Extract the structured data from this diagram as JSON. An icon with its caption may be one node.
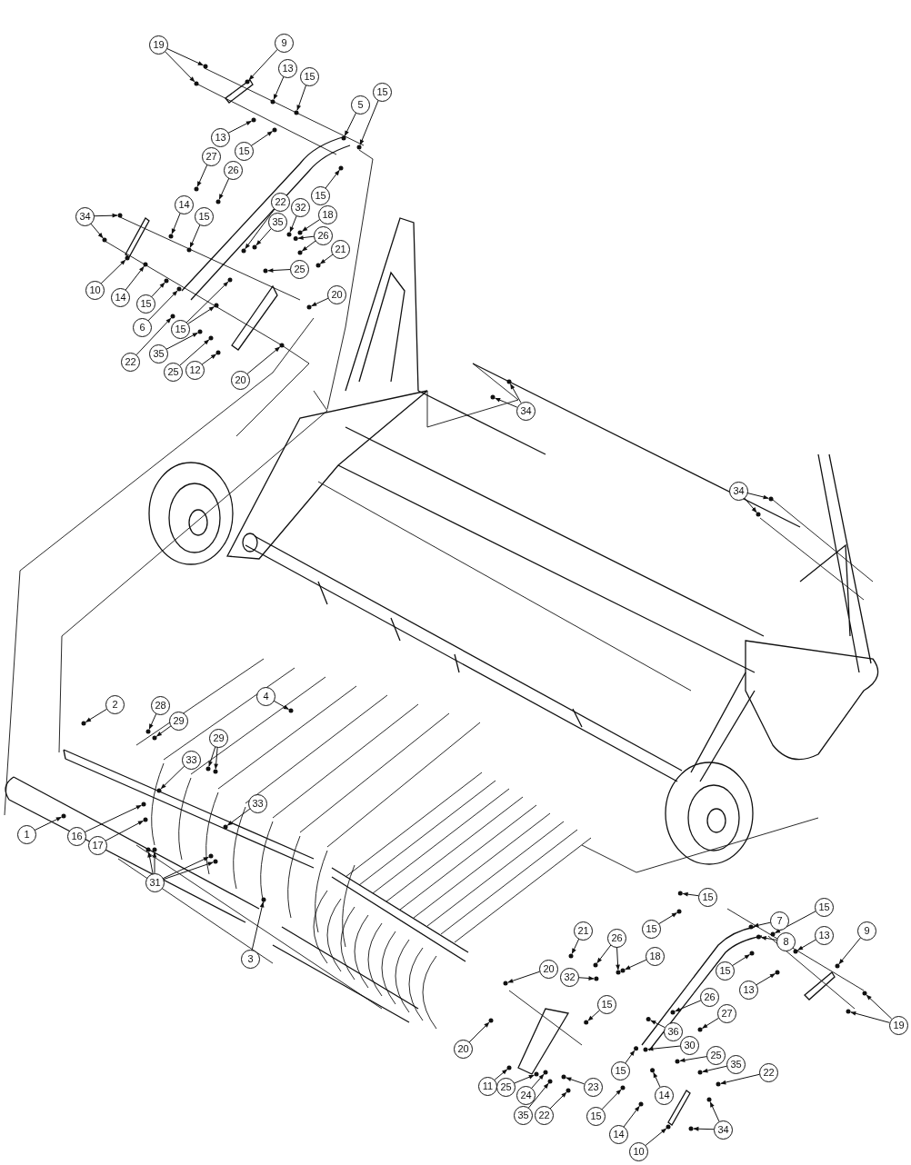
{
  "diagram": {
    "nodes": [
      {
        "text": [
          "19"
        ]
      },
      {
        "text": [
          "9"
        ]
      },
      {
        "text": [
          "13"
        ]
      },
      {
        "text": [
          "15"
        ]
      },
      {
        "text": [
          "5"
        ]
      },
      {
        "text": [
          "15"
        ]
      },
      {
        "text": [
          "13"
        ]
      },
      {
        "text": [
          "15"
        ]
      },
      {
        "text": [
          "27"
        ]
      },
      {
        "text": [
          "26"
        ]
      },
      {
        "text": [
          "15"
        ]
      },
      {
        "text": [
          "14"
        ]
      },
      {
        "text": [
          "15"
        ]
      },
      {
        "text": [
          "34"
        ]
      },
      {
        "text": [
          "22"
        ]
      },
      {
        "text": [
          "32"
        ]
      },
      {
        "text": [
          "35"
        ]
      },
      {
        "text": [
          "18"
        ]
      },
      {
        "text": [
          "26"
        ]
      },
      {
        "text": [
          "21"
        ]
      },
      {
        "text": [
          "25"
        ]
      },
      {
        "text": [
          "10"
        ]
      },
      {
        "text": [
          "14"
        ]
      },
      {
        "text": [
          "15"
        ]
      },
      {
        "text": [
          "20"
        ]
      },
      {
        "text": [
          "6"
        ]
      },
      {
        "text": [
          "15"
        ]
      },
      {
        "text": [
          "22"
        ]
      },
      {
        "text": [
          "35"
        ]
      },
      {
        "text": [
          "25"
        ]
      },
      {
        "text": [
          "12"
        ]
      },
      {
        "text": [
          "20"
        ]
      },
      {
        "text": [
          "34"
        ]
      },
      {
        "text": [
          "34"
        ]
      },
      {
        "text": [
          "4"
        ]
      },
      {
        "text": [
          "2"
        ]
      },
      {
        "text": [
          "28"
        ]
      },
      {
        "text": [
          "29"
        ]
      },
      {
        "text": [
          "29"
        ]
      },
      {
        "text": [
          "33"
        ]
      },
      {
        "text": [
          "33"
        ]
      },
      {
        "text": [
          "1"
        ]
      },
      {
        "text": [
          "16"
        ]
      },
      {
        "text": [
          "17"
        ]
      },
      {
        "text": [
          "31"
        ]
      },
      {
        "text": [
          "3"
        ]
      },
      {
        "text": [
          "15"
        ]
      },
      {
        "text": [
          "7"
        ]
      },
      {
        "text": [
          "8"
        ]
      },
      {
        "text": [
          "15"
        ]
      },
      {
        "text": [
          "13"
        ]
      },
      {
        "text": [
          "9"
        ]
      },
      {
        "text": [
          "15"
        ]
      },
      {
        "text": [
          "15"
        ]
      },
      {
        "text": [
          "13"
        ]
      },
      {
        "text": [
          "19"
        ]
      },
      {
        "text": [
          "21"
        ]
      },
      {
        "text": [
          "26"
        ]
      },
      {
        "text": [
          "18"
        ]
      },
      {
        "text": [
          "20"
        ]
      },
      {
        "text": [
          "32"
        ]
      },
      {
        "text": [
          "15"
        ]
      },
      {
        "text": [
          "26"
        ]
      },
      {
        "text": [
          "27"
        ]
      },
      {
        "text": [
          "36"
        ]
      },
      {
        "text": [
          "30"
        ]
      },
      {
        "text": [
          "25"
        ]
      },
      {
        "text": [
          "35"
        ]
      },
      {
        "text": [
          "22"
        ]
      },
      {
        "text": [
          "20"
        ]
      },
      {
        "text": [
          "15"
        ]
      },
      {
        "text": [
          "14"
        ]
      },
      {
        "text": [
          "11"
        ]
      },
      {
        "text": [
          "25"
        ]
      },
      {
        "text": [
          "24"
        ]
      },
      {
        "text": [
          "23"
        ]
      },
      {
        "text": [
          "35"
        ]
      },
      {
        "text": [
          "22"
        ]
      },
      {
        "text": [
          "15"
        ]
      },
      {
        "text": [
          "14"
        ]
      },
      {
        "text": [
          "34"
        ]
      },
      {
        "text": [
          "10"
        ]
      },
      {
        "text": [],
        "shape": "circle"
      },
      {
        "text": [],
        "shape": "circle"
      },
      {
        "text": [],
        "shape": "circle"
      },
      {
        "text": [],
        "shape": "circle"
      },
      {
        "text": [],
        "shape": "circle"
      },
      {
        "text": [],
        "shape": "circle"
      },
      {
        "text": [],
        "shape": "circle"
      },
      {
        "text": [],
        "shape": "circle"
      },
      {
        "text": [],
        "shape": "circle"
      },
      {
        "text": [],
        "shape": "circle"
      },
      {
        "text": [],
        "shape": "circle"
      },
      {
        "text": [],
        "shape": "circle"
      },
      {
        "text": [],
        "shape": "circle"
      },
      {
        "text": [],
        "shape": "circle"
      },
      {
        "text": [],
        "shape": "circle"
      },
      {
        "text": [],
        "shape": "circle"
      },
      {
        "text": [],
        "shape": "circle"
      },
      {
        "text": [],
        "shape": "circle"
      },
      {
        "text": [],
        "shape": "circle"
      },
      {
        "text": [],
        "shape": "circle"
      },
      {
        "text": [],
        "shape": "circle"
      },
      {
        "text": [],
        "shape": "circle"
      },
      {
        "text": [],
        "shape": "circle"
      },
      {
        "text": [],
        "shape": "circle"
      },
      {
        "text": [],
        "shape": "circle"
      },
      {
        "text": [],
        "shape": "circle"
      },
      {
        "text": [],
        "shape": "circle"
      },
      {
        "text": [],
        "shape": "circle"
      },
      {
        "text": [],
        "shape": "circle"
      },
      {
        "text": [],
        "shape": "circle"
      },
      {
        "text": [],
        "shape": "circle"
      },
      {
        "text": [],
        "shape": "circle"
      },
      {
        "text": [],
        "shape": "circle"
      },
      {
        "text": [],
        "shape": "circle"
      },
      {
        "text": [],
        "shape": "circle"
      },
      {
        "text": [],
        "shape": "circle"
      },
      {
        "text": [],
        "shape": "circle"
      },
      {
        "text": [],
        "shape": "circle"
      },
      {
        "text": [],
        "shape": "circle"
      },
      {
        "text": [],
        "shape": "circle"
      },
      {
        "text": [],
        "shape": "circle"
      },
      {
        "text": [],
        "shape": "circle"
      },
      {
        "text": [],
        "shape": "circle"
      },
      {
        "text": [],
        "shape": "circle"
      },
      {
        "text": [],
        "shape": "circle"
      },
      {
        "text": [],
        "shape": "circle"
      },
      {
        "text": [],
        "shape": "circle"
      },
      {
        "text": [],
        "shape": "circle"
      },
      {
        "text": [],
        "shape": "circle"
      },
      {
        "text": [],
        "shape": "circle"
      },
      {
        "text": [],
        "shape": "circle"
      },
      {
        "text": [],
        "shape": "circle"
      },
      {
        "text": [],
        "shape": "circle"
      },
      {
        "text": [],
        "shape": "circle"
      },
      {
        "text": [],
        "shape": "circle"
      },
      {
        "text": [],
        "shape": "circle"
      },
      {
        "text": [],
        "shape": "circle"
      },
      {
        "text": [],
        "shape": "circle"
      },
      {
        "text": [],
        "shape": "circle"
      },
      {
        "text": [],
        "shape": "circle"
      },
      {
        "text": [],
        "shape": "circle"
      },
      {
        "text": [],
        "shape": "circle"
      },
      {
        "text": [],
        "shape": "circle"
      },
      {
        "text": [],
        "shape": "circle"
      },
      {
        "text": [],
        "shape": "circle"
      },
      {
        "text": [],
        "shape": "circle"
      },
      {
        "text": [],
        "shape": "circle"
      },
      {
        "text": [],
        "shape": "circle"
      },
      {
        "text": [],
        "shape": "circle"
      },
      {
        "text": [],
        "shape": "circle"
      },
      {
        "text": [],
        "shape": "circle"
      },
      {
        "text": [],
        "shape": "circle"
      },
      {
        "text": [],
        "shape": "circle"
      },
      {
        "text": [],
        "shape": "circle"
      },
      {
        "text": [],
        "shape": "circle"
      },
      {
        "text": [],
        "shape": "circle"
      },
      {
        "text": [],
        "shape": "circle"
      },
      {
        "text": [],
        "shape": "circle"
      },
      {
        "text": [],
        "shape": "circle"
      },
      {
        "text": [],
        "shape": "circle"
      },
      {
        "text": [],
        "shape": "circle"
      },
      {
        "text": [],
        "shape": "circle"
      },
      {
        "text": [],
        "shape": "circle"
      },
      {
        "text": [],
        "shape": "circle"
      },
      {
        "text": [],
        "shape": "circle"
      },
      {
        "text": [],
        "shape": "circle"
      },
      {
        "text": [],
        "shape": "circle"
      },
      {
        "text": [],
        "shape": "circle"
      },
      {
        "text": [],
        "shape": "circle"
      },
      {
        "text": [],
        "shape": "circle"
      },
      {
        "text": [],
        "shape": "circle"
      },
      {
        "text": [],
        "shape": "circle"
      },
      {
        "text": [],
        "shape": "circle"
      },
      {
        "text": [],
        "shape": "circle"
      },
      {
        "text": [],
        "shape": "circle"
      }
    ],
    "edges": [
      {
        "from": 0,
        "to": 82,
        "arrow": "to"
      },
      {
        "from": 0,
        "to": 83,
        "arrow": "to"
      },
      {
        "from": 1,
        "to": 84,
        "arrow": "to"
      },
      {
        "from": 2,
        "to": 85,
        "arrow": "to"
      },
      {
        "from": 3,
        "to": 86,
        "arrow": "to"
      },
      {
        "from": 4,
        "to": 87,
        "arrow": "to"
      },
      {
        "from": 5,
        "to": 88,
        "arrow": "to"
      },
      {
        "from": 6,
        "to": 89,
        "arrow": "to"
      },
      {
        "from": 7,
        "to": 90,
        "arrow": "to"
      },
      {
        "from": 8,
        "to": 91,
        "arrow": "to"
      },
      {
        "from": 9,
        "to": 92,
        "arrow": "to"
      },
      {
        "from": 10,
        "to": 93,
        "arrow": "to"
      },
      {
        "from": 11,
        "to": 94,
        "arrow": "to"
      },
      {
        "from": 12,
        "to": 95,
        "arrow": "to"
      },
      {
        "from": 13,
        "to": 96,
        "arrow": "to"
      },
      {
        "from": 13,
        "to": 97,
        "arrow": "to"
      },
      {
        "from": 14,
        "to": 98,
        "arrow": "to"
      },
      {
        "from": 15,
        "to": 99,
        "arrow": "to"
      },
      {
        "from": 16,
        "to": 100,
        "arrow": "to"
      },
      {
        "from": 17,
        "to": 101,
        "arrow": "to"
      },
      {
        "from": 18,
        "to": 102,
        "arrow": "to"
      },
      {
        "from": 18,
        "to": 103,
        "arrow": "to"
      },
      {
        "from": 19,
        "to": 104,
        "arrow": "to"
      },
      {
        "from": 20,
        "to": 105,
        "arrow": "to"
      },
      {
        "from": 21,
        "to": 106,
        "arrow": "to"
      },
      {
        "from": 22,
        "to": 107,
        "arrow": "to"
      },
      {
        "from": 23,
        "to": 108,
        "arrow": "to"
      },
      {
        "from": 24,
        "to": 109,
        "arrow": "to"
      },
      {
        "from": 25,
        "to": 110,
        "arrow": "to"
      },
      {
        "from": 26,
        "to": 111,
        "arrow": "to"
      },
      {
        "from": 26,
        "to": 112,
        "arrow": "to"
      },
      {
        "from": 27,
        "to": 113,
        "arrow": "to"
      },
      {
        "from": 28,
        "to": 114,
        "arrow": "to"
      },
      {
        "from": 29,
        "to": 115,
        "arrow": "to"
      },
      {
        "from": 30,
        "to": 116,
        "arrow": "to"
      },
      {
        "from": 31,
        "to": 117,
        "arrow": "to"
      },
      {
        "from": 32,
        "to": 118,
        "arrow": "to"
      },
      {
        "from": 32,
        "to": 119,
        "arrow": "to"
      },
      {
        "from": 33,
        "to": 120,
        "arrow": "to"
      },
      {
        "from": 33,
        "to": 121,
        "arrow": "to"
      },
      {
        "from": 34,
        "to": 122,
        "arrow": "to"
      },
      {
        "from": 35,
        "to": 123,
        "arrow": "to"
      },
      {
        "from": 36,
        "to": 124,
        "arrow": "to"
      },
      {
        "from": 37,
        "to": 125,
        "arrow": "to"
      },
      {
        "from": 38,
        "to": 126,
        "arrow": "to"
      },
      {
        "from": 38,
        "to": 127,
        "arrow": "to"
      },
      {
        "from": 39,
        "to": 128,
        "arrow": "to"
      },
      {
        "from": 40,
        "to": 129,
        "arrow": "to"
      },
      {
        "from": 41,
        "to": 130,
        "arrow": "to"
      },
      {
        "from": 42,
        "to": 131,
        "arrow": "to"
      },
      {
        "from": 43,
        "to": 132,
        "arrow": "to"
      },
      {
        "from": 44,
        "to": 133,
        "arrow": "to"
      },
      {
        "from": 44,
        "to": 134,
        "arrow": "to"
      },
      {
        "from": 44,
        "to": 135,
        "arrow": "to"
      },
      {
        "from": 44,
        "to": 136,
        "arrow": "to"
      },
      {
        "from": 45,
        "to": 137,
        "arrow": "to"
      },
      {
        "from": 46,
        "to": 138,
        "arrow": "to"
      },
      {
        "from": 47,
        "to": 139,
        "arrow": "to"
      },
      {
        "from": 48,
        "to": 140,
        "arrow": "to"
      },
      {
        "from": 49,
        "to": 141,
        "arrow": "to"
      },
      {
        "from": 50,
        "to": 142,
        "arrow": "to"
      },
      {
        "from": 51,
        "to": 143,
        "arrow": "to"
      },
      {
        "from": 52,
        "to": 144,
        "arrow": "to"
      },
      {
        "from": 53,
        "to": 145,
        "arrow": "to"
      },
      {
        "from": 54,
        "to": 146,
        "arrow": "to"
      },
      {
        "from": 55,
        "to": 147,
        "arrow": "to"
      },
      {
        "from": 55,
        "to": 148,
        "arrow": "to"
      },
      {
        "from": 56,
        "to": 149,
        "arrow": "to"
      },
      {
        "from": 57,
        "to": 150,
        "arrow": "to"
      },
      {
        "from": 57,
        "to": 151,
        "arrow": "to"
      },
      {
        "from": 58,
        "to": 152,
        "arrow": "to"
      },
      {
        "from": 59,
        "to": 153,
        "arrow": "to"
      },
      {
        "from": 60,
        "to": 154,
        "arrow": "to"
      },
      {
        "from": 61,
        "to": 155,
        "arrow": "to"
      },
      {
        "from": 62,
        "to": 156,
        "arrow": "to"
      },
      {
        "from": 63,
        "to": 157,
        "arrow": "to"
      },
      {
        "from": 64,
        "to": 158,
        "arrow": "to"
      },
      {
        "from": 65,
        "to": 159,
        "arrow": "to"
      },
      {
        "from": 66,
        "to": 160,
        "arrow": "to"
      },
      {
        "from": 67,
        "to": 161,
        "arrow": "to"
      },
      {
        "from": 68,
        "to": 162,
        "arrow": "to"
      },
      {
        "from": 69,
        "to": 163,
        "arrow": "to"
      },
      {
        "from": 70,
        "to": 164,
        "arrow": "to"
      },
      {
        "from": 71,
        "to": 165,
        "arrow": "to"
      },
      {
        "from": 72,
        "to": 166,
        "arrow": "to"
      },
      {
        "from": 73,
        "to": 167,
        "arrow": "to"
      },
      {
        "from": 74,
        "to": 168,
        "arrow": "to"
      },
      {
        "from": 75,
        "to": 169,
        "arrow": "to"
      },
      {
        "from": 76,
        "to": 170,
        "arrow": "to"
      },
      {
        "from": 77,
        "to": 171,
        "arrow": "to"
      },
      {
        "from": 78,
        "to": 172,
        "arrow": "to"
      },
      {
        "from": 79,
        "to": 173,
        "arrow": "to"
      },
      {
        "from": 80,
        "to": 174,
        "arrow": "to"
      },
      {
        "from": 80,
        "to": 175,
        "arrow": "to"
      },
      {
        "from": 81,
        "to": 176,
        "arrow": "to"
      }
    ]
  }
}
